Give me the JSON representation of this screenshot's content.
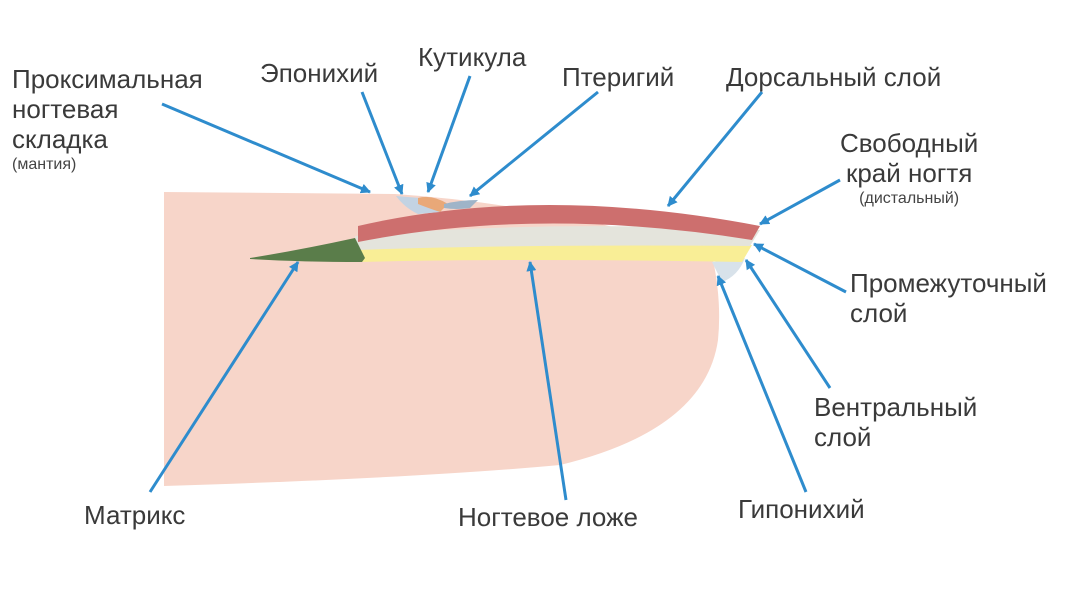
{
  "labels": {
    "proximal_fold": {
      "line1": "Проксимальная",
      "line2": "ногтевая",
      "line3": "складка",
      "note": "(мантия)"
    },
    "eponychium": "Эпонихий",
    "cuticle": "Кутикула",
    "pterygium": "Птеригий",
    "dorsal_layer": "Дорсальный слой",
    "free_edge": {
      "line1": "Свободный",
      "line2": "край ногтя",
      "note": "(дистальный)"
    },
    "intermediate_layer": {
      "line1": "Промежуточный",
      "line2": "слой"
    },
    "ventral_layer": {
      "line1": "Вентральный",
      "line2": "слой"
    },
    "matrix": "Матрикс",
    "nail_bed": "Ногтевое ложе",
    "hyponychium": "Гипонихий"
  },
  "colors": {
    "finger": "#f7d5c9",
    "dorsal": "#cd6f6e",
    "intermediate": "#e4e4dc",
    "ventral": "#f9ee96",
    "matrix": "#5a7d4a",
    "eponychium": "#c3d3e3",
    "cuticle": "#e9a878",
    "hyponychium": "#d8e2ea",
    "arrow": "#2e8ccd",
    "text": "#3a3a3a"
  }
}
